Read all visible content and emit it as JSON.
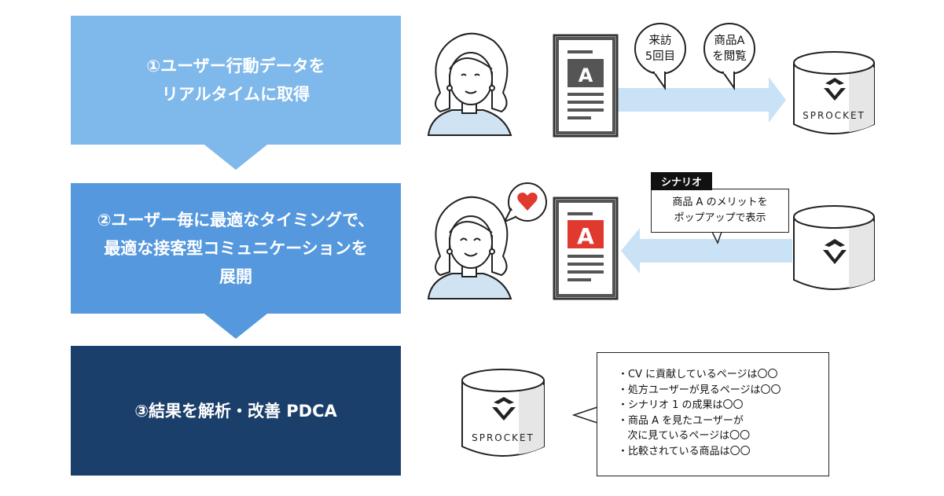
{
  "steps": [
    {
      "label": "①ユーザー行動データを\nリアルタイムに取得"
    },
    {
      "label": "②ユーザー毎に最適なタイミングで、\n最適な接客型コミュニケーションを\n展開"
    },
    {
      "label": "③結果を解析・改善 PDCA"
    }
  ],
  "row1": {
    "doc_letter": "A",
    "bubble_left": "来訪\n5回目",
    "bubble_right": "商品A\nを閲覧",
    "brand": "SPROCKET"
  },
  "row2": {
    "doc_letter": "A",
    "scenario_tag": "シナリオ",
    "popup_text": "商品 A のメリットを\nポップアップで表示"
  },
  "row3": {
    "brand": "SPROCKET",
    "analysis_items": [
      "・CV に貢献しているページは〇〇",
      "・処方ユーザーが見るページは〇〇",
      "・シナリオ 1 の成果は〇〇",
      "・商品 A を見たユーザーが",
      "   次に見ているページは〇〇",
      "・比較されている商品は〇〇"
    ]
  },
  "colors": {
    "step1": "#7fb8ea",
    "step2": "#5598dd",
    "step3": "#1b3f6b",
    "arrow": "#c9e2f5",
    "accent_red": "#e03a2f"
  }
}
